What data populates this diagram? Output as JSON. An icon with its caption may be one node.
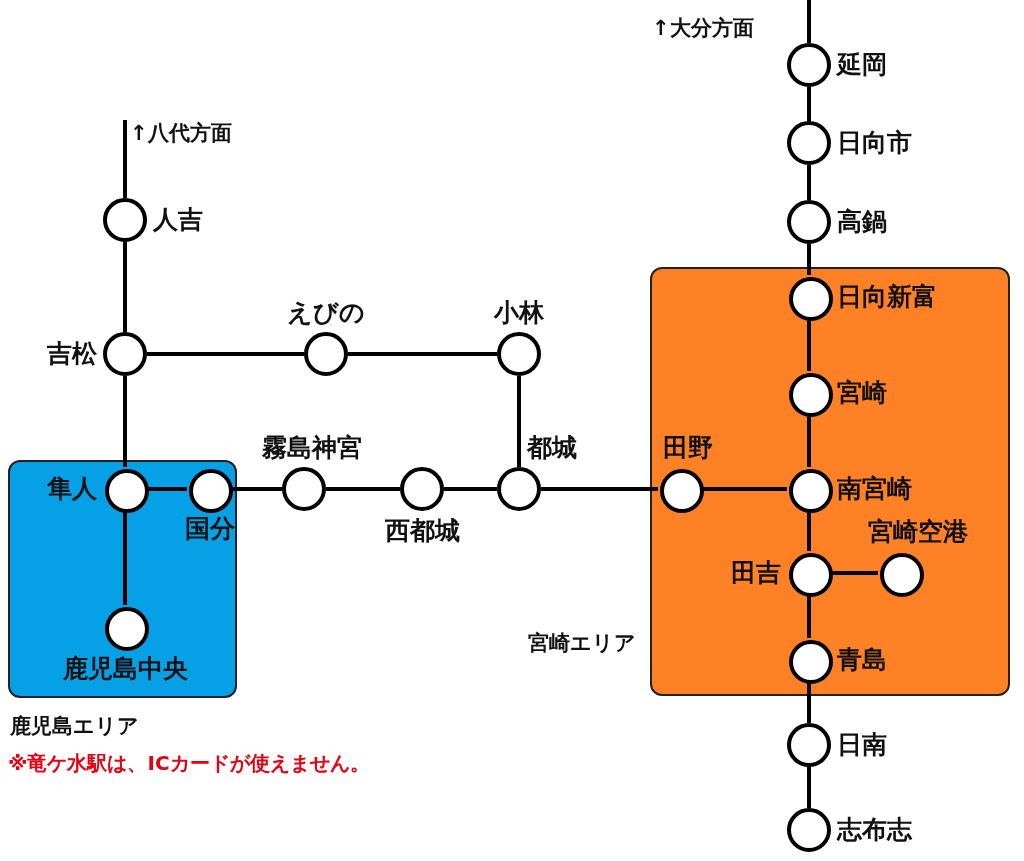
{
  "diagram": {
    "nodes": [
      {
        "text": [
          "鹿児島エリア"
        ]
      },
      {
        "text": [
          "宮崎エリア"
        ]
      },
      {
        "text": [],
        "shape": "circle",
        "beside": [
          "延岡"
        ]
      },
      {
        "text": [],
        "shape": "circle",
        "beside": [
          "日向市"
        ]
      },
      {
        "text": [],
        "shape": "circle",
        "beside": [
          "高鍋"
        ]
      },
      {
        "text": [],
        "shape": "circle",
        "beside": [
          "人吉"
        ]
      },
      {
        "text": [],
        "shape": "circle",
        "beside": [
          "日向新富"
        ],
        "in": 1
      },
      {
        "text": [],
        "shape": "circle",
        "beside": [
          "吉松"
        ]
      },
      {
        "text": [],
        "shape": "circle",
        "beside": [
          "えびの"
        ]
      },
      {
        "text": [],
        "shape": "circle",
        "beside": [
          "小林"
        ]
      },
      {
        "text": [],
        "shape": "circle",
        "beside": [
          "宮崎"
        ],
        "in": 1
      },
      {
        "text": [],
        "shape": "circle",
        "beside": [
          "隼人"
        ],
        "in": 0
      },
      {
        "text": [],
        "shape": "circle",
        "beside": [
          "国分"
        ],
        "in": 0
      },
      {
        "text": [],
        "shape": "circle",
        "beside": [
          "霧島神宮"
        ]
      },
      {
        "text": [],
        "shape": "circle",
        "beside": [
          "西都城"
        ]
      },
      {
        "text": [],
        "shape": "circle",
        "beside": [
          "都城"
        ]
      },
      {
        "text": [],
        "shape": "circle",
        "beside": [
          "田野"
        ],
        "in": 1
      },
      {
        "text": [],
        "shape": "circle",
        "beside": [
          "南宮崎"
        ],
        "in": 1
      },
      {
        "text": [],
        "shape": "circle",
        "beside": [
          "宮崎空港"
        ],
        "in": 1
      },
      {
        "text": [],
        "shape": "circle",
        "beside": [
          "田吉"
        ],
        "in": 1
      },
      {
        "text": [],
        "shape": "circle",
        "beside": [
          "鹿児島中央"
        ],
        "in": 0
      },
      {
        "text": [],
        "shape": "circle",
        "beside": [
          "青島"
        ],
        "in": 1
      },
      {
        "text": [],
        "shape": "circle",
        "beside": [
          "日南"
        ]
      },
      {
        "text": [],
        "shape": "circle",
        "beside": [
          "志布志"
        ]
      }
    ],
    "edges": [
      {
        "from": null,
        "to": 2,
        "arrow": "none"
      },
      {
        "from": 2,
        "to": 3,
        "arrow": "none"
      },
      {
        "from": 3,
        "to": 4,
        "arrow": "none"
      },
      {
        "from": 4,
        "to": 6,
        "arrow": "none"
      },
      {
        "from": 6,
        "to": 10,
        "arrow": "none"
      },
      {
        "from": 10,
        "to": 17,
        "arrow": "none"
      },
      {
        "from": 17,
        "to": 19,
        "arrow": "none"
      },
      {
        "from": 19,
        "to": 21,
        "arrow": "none"
      },
      {
        "from": 21,
        "to": 22,
        "arrow": "none"
      },
      {
        "from": 22,
        "to": 23,
        "arrow": "none"
      },
      {
        "from": 19,
        "to": 18,
        "arrow": "none"
      },
      {
        "from": null,
        "to": 5,
        "arrow": "none"
      },
      {
        "from": 5,
        "to": 7,
        "arrow": "none"
      },
      {
        "from": 7,
        "to": 8,
        "arrow": "none"
      },
      {
        "from": 8,
        "to": 9,
        "arrow": "none"
      },
      {
        "from": 9,
        "to": 15,
        "arrow": "none"
      },
      {
        "from": 7,
        "to": 11,
        "arrow": "none"
      },
      {
        "from": 11,
        "to": 12,
        "arrow": "none"
      },
      {
        "from": 11,
        "to": 20,
        "arrow": "none"
      },
      {
        "from": 12,
        "to": 13,
        "arrow": "none"
      },
      {
        "from": 13,
        "to": 14,
        "arrow": "none"
      },
      {
        "from": 14,
        "to": 15,
        "arrow": "none"
      },
      {
        "from": 15,
        "to": 16,
        "arrow": "none"
      },
      {
        "from": 16,
        "to": 17,
        "arrow": "none"
      }
    ],
    "labels": [
      "↑八代方面",
      "↑大分方面",
      "※竜ケ水駅は、ICカードが使えません。"
    ]
  }
}
